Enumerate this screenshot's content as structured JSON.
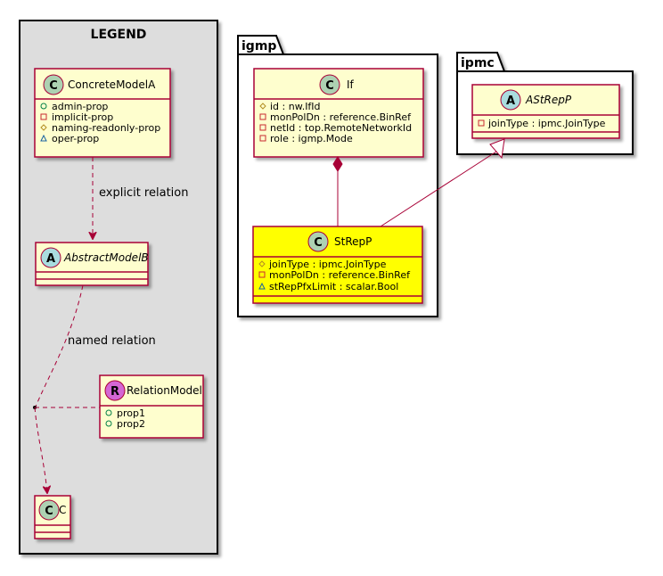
{
  "legend": {
    "title": "LEGEND",
    "classes": {
      "concrete": {
        "stereotype": "C",
        "name": "ConcreteModelA",
        "attributes": [
          {
            "vis": "+",
            "text": "admin-prop"
          },
          {
            "vis": "-",
            "text": "implicit-prop"
          },
          {
            "vis": "#",
            "text": "naming-readonly-prop"
          },
          {
            "vis": "~",
            "text": "oper-prop"
          }
        ]
      },
      "abstract": {
        "stereotype": "A",
        "name": "AbstractModelB"
      },
      "relation": {
        "stereotype": "R",
        "name": "RelationModel",
        "attributes": [
          {
            "vis": "+",
            "text": "prop1"
          },
          {
            "vis": "+",
            "text": "prop2"
          }
        ]
      },
      "c": {
        "stereotype": "C",
        "name": "C"
      }
    },
    "relations": {
      "explicit_label": "explicit relation",
      "named_label": "named relation"
    }
  },
  "packages": {
    "igmp": {
      "name": "igmp",
      "if_class": {
        "stereotype": "C",
        "name": "If",
        "attributes": [
          {
            "vis": "#",
            "text": "id : nw.IfId"
          },
          {
            "vis": "-",
            "text": "monPolDn : reference.BinRef"
          },
          {
            "vis": "-",
            "text": "netId : top.RemoteNetworkId"
          },
          {
            "vis": "-",
            "text": "role : igmp.Mode"
          }
        ]
      },
      "strepp_class": {
        "stereotype": "C",
        "name": "StRepP",
        "highlight": "#ffff00",
        "attributes": [
          {
            "vis": "#",
            "text": "joinType : ipmc.JoinType"
          },
          {
            "vis": "-",
            "text": "monPolDn : reference.BinRef"
          },
          {
            "vis": "~",
            "text": "stRepPfxLimit : scalar.Bool"
          }
        ]
      }
    },
    "ipmc": {
      "name": "ipmc",
      "astrepp_class": {
        "stereotype": "A",
        "name": "AStRepP",
        "attributes": [
          {
            "vis": "-",
            "text": "joinType : ipmc.JoinType"
          }
        ]
      }
    }
  },
  "colors": {
    "class_fill": "#fefece",
    "border": "#a80036",
    "legend_bg": "#dddddd",
    "highlight": "#ffff00",
    "stereo_c": "#add1b2",
    "stereo_a": "#a9dcdf",
    "stereo_r": "#d466d4"
  }
}
